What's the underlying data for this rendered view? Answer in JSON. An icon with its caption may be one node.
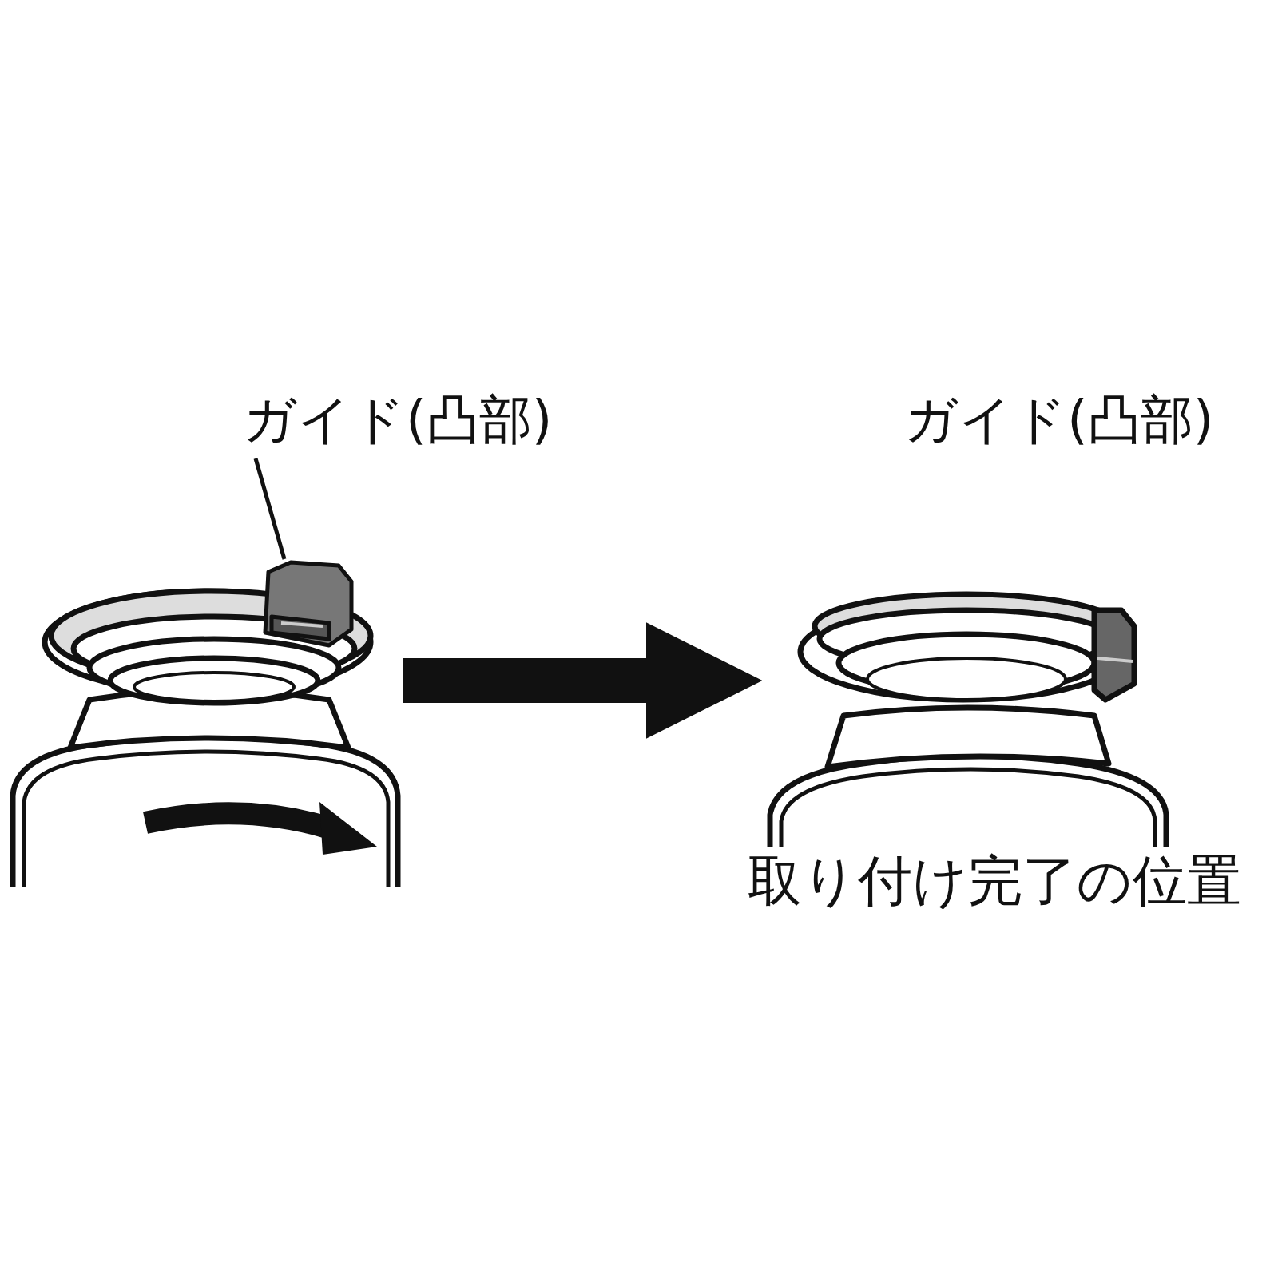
{
  "diagram": {
    "nodes": [
      {
        "text": [
          "ガイド(凸部)"
        ]
      },
      {
        "text": [],
        "shape": "picture"
      },
      {
        "text": [],
        "shape": "box"
      },
      {
        "text": [
          "取り付け完了の位置"
        ]
      }
    ],
    "edges": [
      {
        "from": 0,
        "to": 2,
        "arrow": "none"
      },
      {
        "from": 1,
        "to": 3,
        "arrow": "to",
        "style": "thick"
      }
    ],
    "labels": [
      "ガイド(凸部)"
    ]
  }
}
